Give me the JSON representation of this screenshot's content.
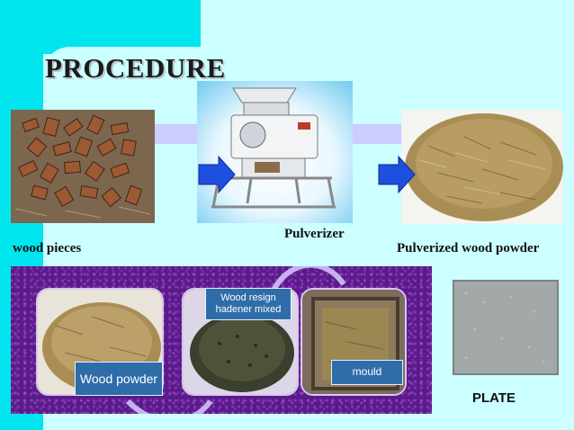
{
  "slide": {
    "title": "PROCEDURE",
    "colors": {
      "background": "#ccffff",
      "accent_band": "#00e5ee",
      "connector": "#ccccff",
      "arrow": "#1f4fe0",
      "process_panel": "#5b1a8a",
      "label_box": "#2e6da8"
    }
  },
  "stages": [
    {
      "name": "wood-pieces",
      "caption": "wood pieces",
      "image": "wood-pieces-photo"
    },
    {
      "name": "pulverizer",
      "caption": "Pulverizer",
      "image": "pulverizer-machine-photo"
    },
    {
      "name": "pulverized-wood-powder",
      "caption": "Pulverized wood powder",
      "image": "wood-powder-photo"
    }
  ],
  "arrows": [
    "right-arrow-icon",
    "right-arrow-icon"
  ],
  "process": {
    "labels": {
      "wood_powder": "Wood powder",
      "resin_mixed": "Wood resign hadener mixed",
      "mould": "mould"
    }
  },
  "plate": {
    "label": "PLATE",
    "image": "plate-photo"
  }
}
